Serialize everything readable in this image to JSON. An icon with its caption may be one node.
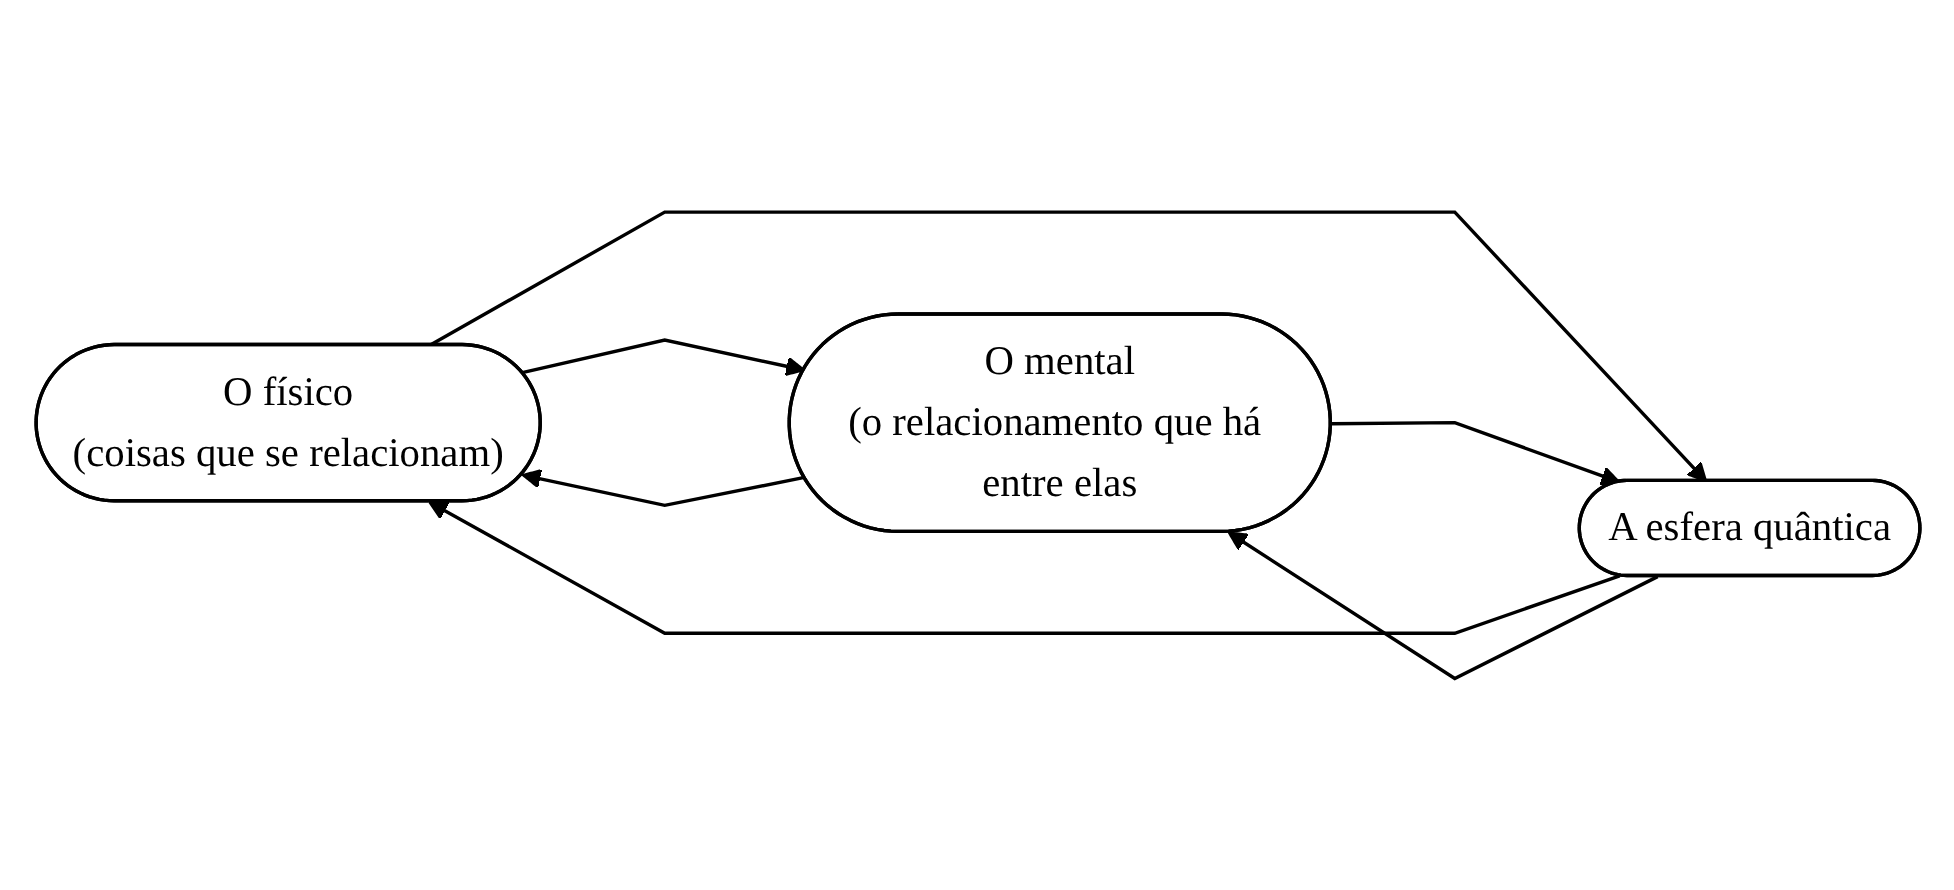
{
  "diagram": {
    "nodes": [
      {
        "text": [
          "O físico",
          "(coisas que se relacionam)"
        ]
      },
      {
        "text": [
          "O mental",
          "(o relacionamento que há entre elas"
        ]
      },
      {
        "text": [
          "A esfera quântica"
        ]
      }
    ],
    "edges": [
      {
        "from": 0,
        "to": 1,
        "arrow": "to"
      },
      {
        "from": 1,
        "to": 0,
        "arrow": "to"
      },
      {
        "from": 0,
        "to": 2,
        "arrow": "to"
      },
      {
        "from": 2,
        "to": 0,
        "arrow": "to"
      },
      {
        "from": 2,
        "to": 1,
        "arrow": "to"
      },
      {
        "from": 1,
        "to": 2,
        "arrow": "to"
      }
    ]
  }
}
